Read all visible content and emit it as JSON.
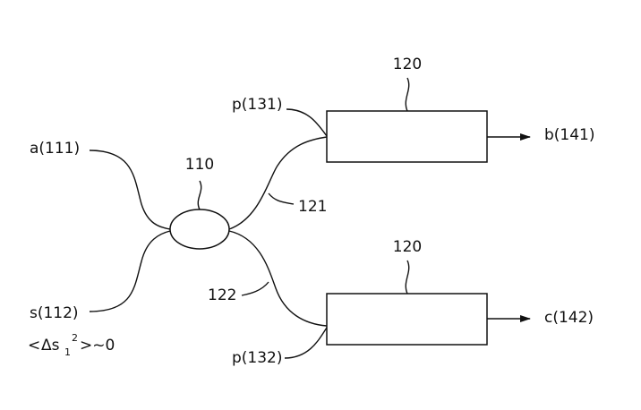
{
  "labels": {
    "coupler": "110",
    "detector_top": "120",
    "detector_bottom": "120",
    "input_a": "a(111)",
    "input_s": "s(112)",
    "pump_top": "p(131)",
    "pump_bottom": "p(132)",
    "output_b": "b(141)",
    "output_c": "c(142)",
    "arm_top": "121",
    "arm_bottom": "122"
  },
  "squeezing": {
    "open": "<",
    "delta": "Δs",
    "index": "1",
    "power": "2",
    "close": ">~0"
  }
}
